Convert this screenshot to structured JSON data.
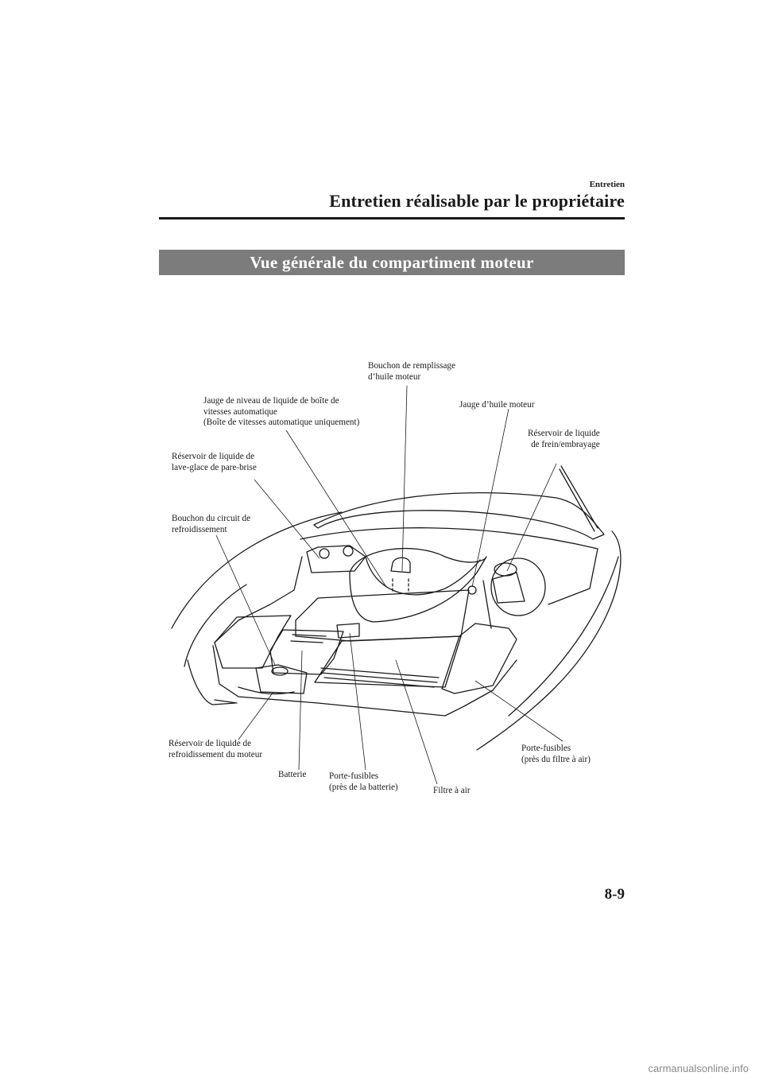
{
  "header": {
    "section": "Entretien",
    "title": "Entretien réalisable par le propriétaire"
  },
  "banner": "Vue générale du compartiment moteur",
  "labels": {
    "oil_filler_cap": [
      "Bouchon de remplissage",
      "d’huile moteur"
    ],
    "atf_dipstick": [
      "Jauge de niveau de liquide de boîte de",
      "vitesses automatique",
      "(Boîte de vitesses automatique uniquement)"
    ],
    "oil_dipstick": "Jauge d’huile moteur",
    "brake_reservoir": [
      "Réservoir de liquide",
      "de frein/embrayage"
    ],
    "washer_reservoir": [
      "Réservoir de liquide de",
      "lave-glace de pare-brise"
    ],
    "radiator_cap": [
      "Bouchon du circuit de",
      "refroidissement"
    ],
    "coolant_reservoir": [
      "Réservoir de liquide de",
      "refroidissement du moteur"
    ],
    "battery": "Batterie",
    "fuse_box_battery": [
      "Porte-fusibles",
      "(près de la batterie)"
    ],
    "air_filter": "Filtre à air",
    "fuse_box_air": [
      "Porte-fusibles",
      "(près du filtre à air)"
    ]
  },
  "page_number": "8-9",
  "watermark": "carmanualsonline.info"
}
